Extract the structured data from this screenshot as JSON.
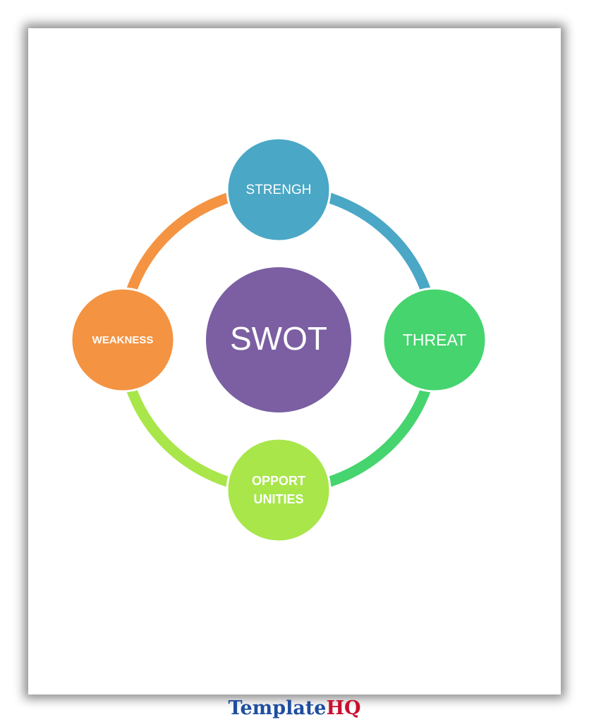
{
  "diagram": {
    "center_label": "SWOT",
    "nodes": {
      "top": "STRENGH",
      "right": "THREAT",
      "bottom_line1": "OPPORT",
      "bottom_line2": "UNITIES",
      "left": "WEAKNESS"
    }
  },
  "colors": {
    "center": "#7b5fa2",
    "strength": "#4aa7c6",
    "threat": "#46d46e",
    "opportunities": "#a8e64a",
    "weakness": "#f49342"
  },
  "branding": {
    "logo_part1": "Template",
    "logo_part2": "HQ"
  }
}
